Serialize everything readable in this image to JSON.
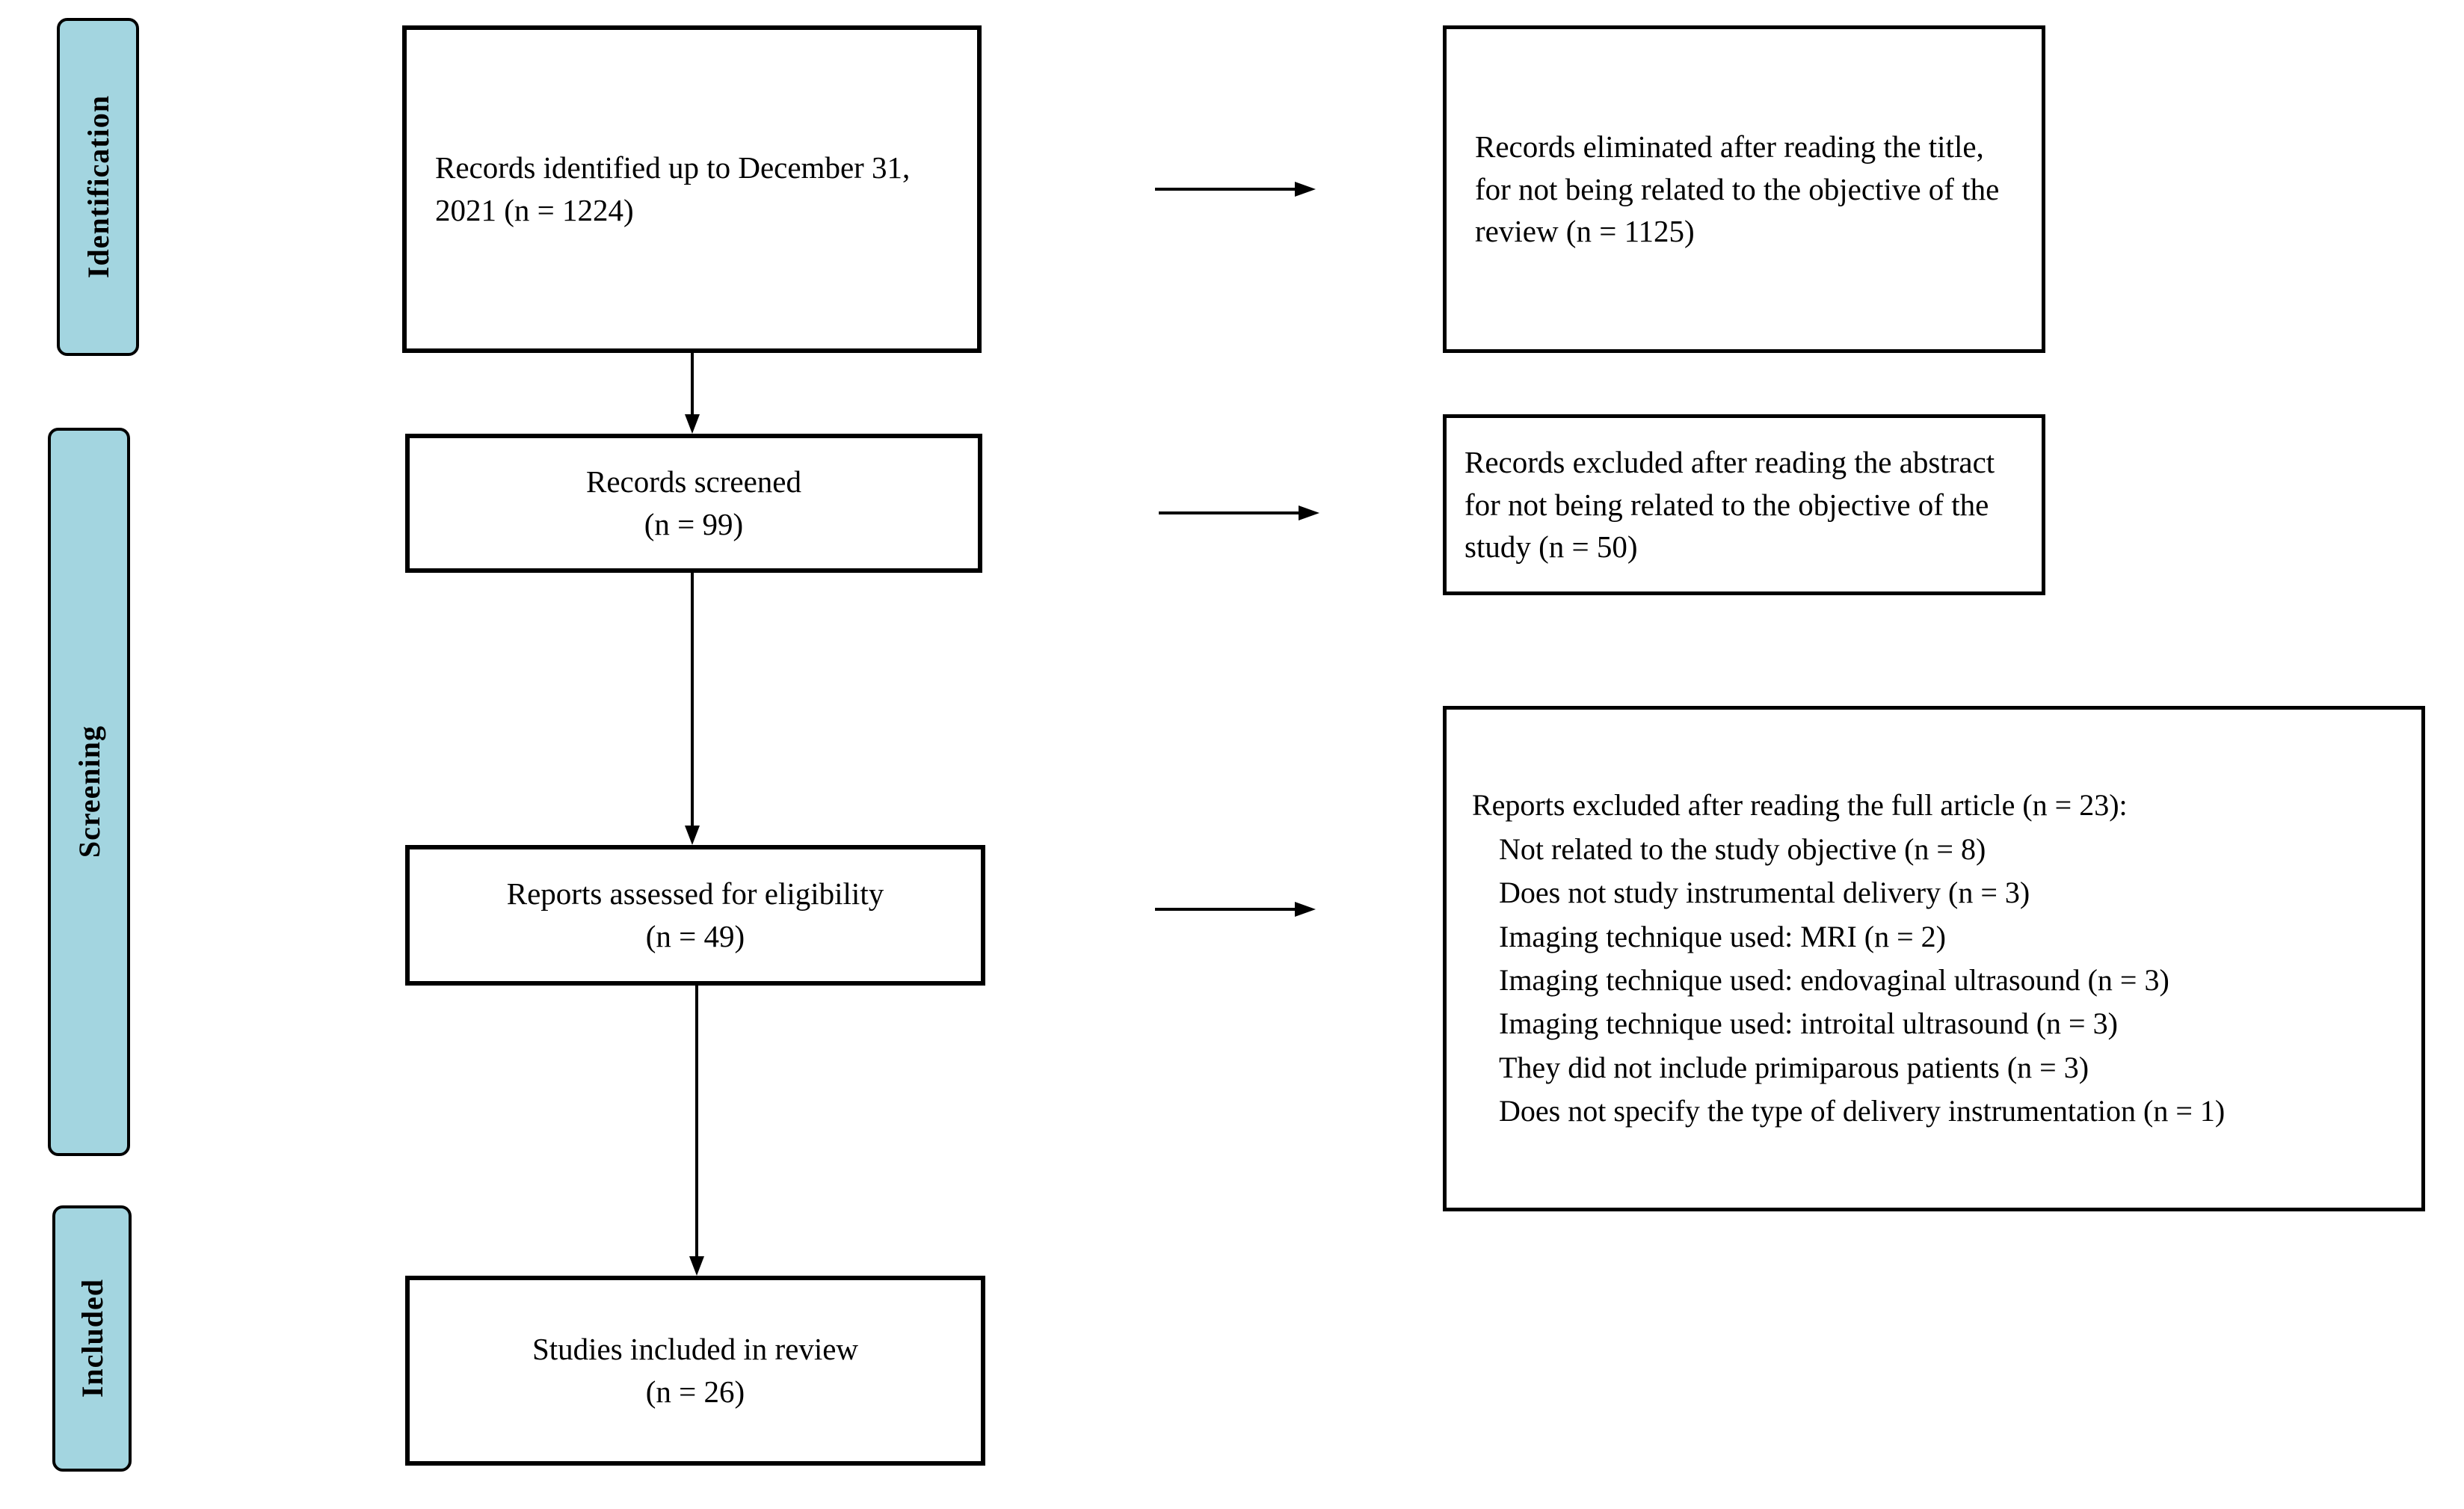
{
  "stages": [
    {
      "label": "Identification"
    },
    {
      "label": "Screening"
    },
    {
      "label": "Included"
    }
  ],
  "flow": {
    "identified": {
      "text": "Records identified up to December 31, 2021 (n = 1224)"
    },
    "screened": {
      "line1": "Records screened",
      "line2": "(n = 99)"
    },
    "assessed": {
      "line1": "Reports assessed for eligibility",
      "line2": "(n = 49)"
    },
    "included": {
      "line1": "Studies included in review",
      "line2": "(n = 26)"
    }
  },
  "exclusions": {
    "title_box": {
      "text": "Records eliminated after reading the title, for not being related to the objective of the review (n = 1125)"
    },
    "abstract_box": {
      "text": "Records excluded after reading the abstract for not being related to the objective of the study (n = 50)"
    },
    "full_article_box": {
      "heading": "Reports excluded after reading the full article (n = 23):",
      "items": [
        "Not related to the study objective (n = 8)",
        "Does not study instrumental delivery (n = 3)",
        "Imaging technique used: MRI (n = 2)",
        "Imaging technique used: endovaginal ultrasound (n = 3)",
        "Imaging technique used: introital ultrasound (n = 3)",
        "They did not include primiparous patients (n = 3)",
        "Does not specify the type of delivery instrumentation (n = 1)"
      ]
    }
  },
  "colors": {
    "stage_fill": "#a3d5e0",
    "border": "#000000",
    "background": "#ffffff"
  }
}
